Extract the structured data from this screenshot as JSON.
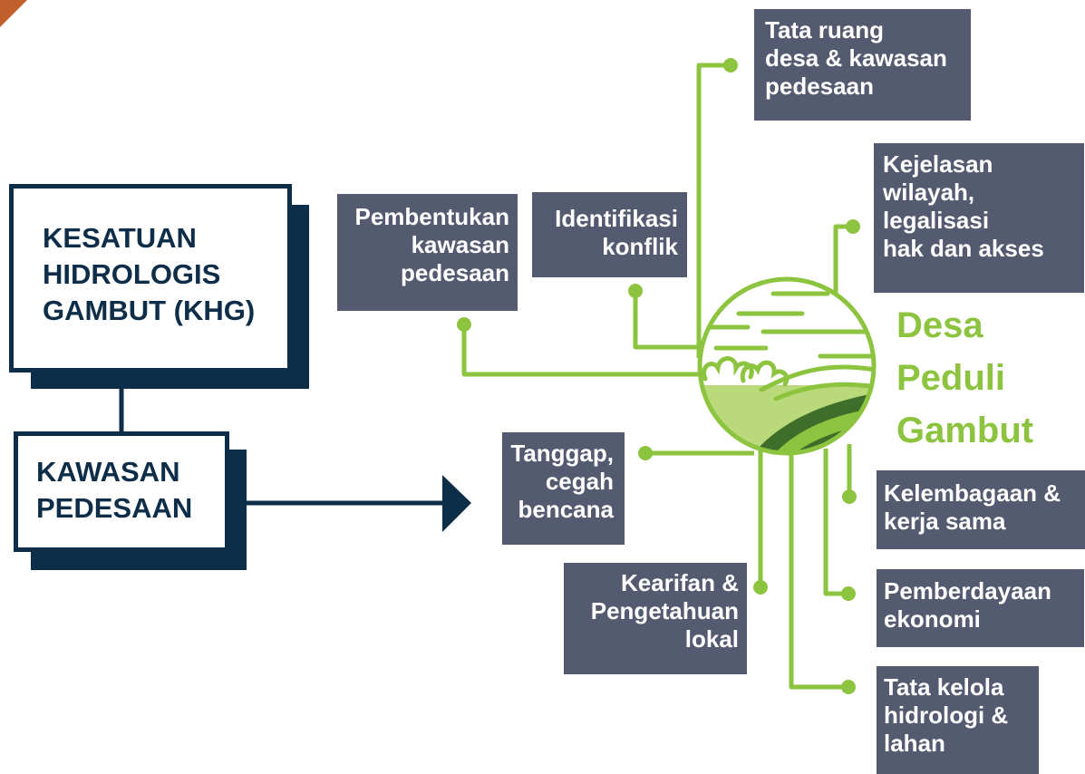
{
  "colors": {
    "navy": "#0d2d48",
    "green": "#8dc43f",
    "label_bg": "#545b70",
    "accent": "#c0602c"
  },
  "khg_box": {
    "lines": [
      "KESATUAN",
      "HIDROLOGIS",
      "GAMBUT (KHG)"
    ]
  },
  "kawasan_box": {
    "lines": [
      "KAWASAN",
      "PEDESAAN"
    ]
  },
  "center_title": {
    "lines": [
      "Desa",
      "Peduli",
      "Gambut"
    ],
    "icon": "peat-village-landscape-icon"
  },
  "labels": {
    "tata_ruang": [
      "Tata ruang",
      "desa & kawasan",
      "pedesaan"
    ],
    "kejelasan": [
      "Kejelasan",
      "wilayah,",
      "legalisasi",
      "hak dan akses"
    ],
    "pembentukan": [
      "Pembentukan",
      "kawasan",
      "pedesaan"
    ],
    "identifikasi": [
      "Identifikasi",
      "konflik"
    ],
    "tanggap": [
      "Tanggap,",
      "cegah",
      "bencana"
    ],
    "kelembagaan": [
      "Kelembagaan &",
      "kerja sama"
    ],
    "kearifan": [
      "Kearifan &",
      "Pengetahuan",
      "lokal"
    ],
    "pemberdayaan": [
      "Pemberdayaan",
      "ekonomi"
    ],
    "tata_kelola": [
      "Tata kelola",
      "hidrologi &",
      "lahan"
    ]
  }
}
